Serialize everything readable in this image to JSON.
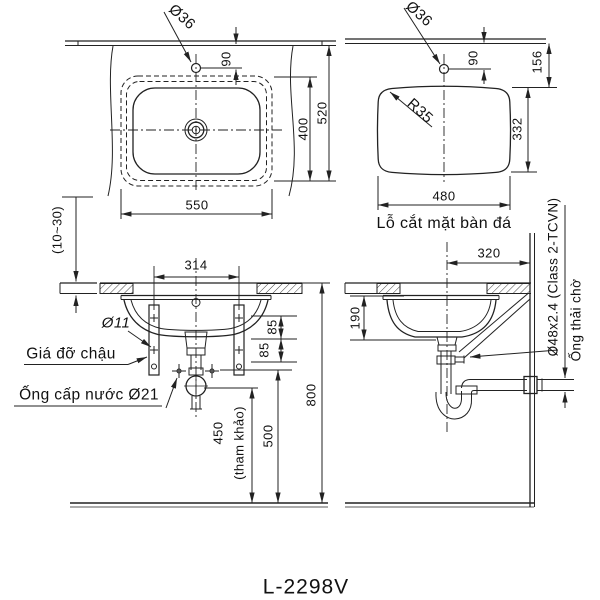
{
  "model": "L-2298V",
  "colors": {
    "line": "#222222",
    "text": "#111111",
    "background": "#ffffff"
  },
  "views": {
    "plan": {
      "hole_dia": "Ø36",
      "hole_offset": "90",
      "basin_depth": "400",
      "overall_depth": "520",
      "basin_width": "550"
    },
    "cutout": {
      "hole_dia": "Ø36",
      "hole_offset": "90",
      "edge_to_cut": "156",
      "cut_height": "332",
      "corner_radius": "R35",
      "cut_width": "480",
      "caption": "Lỗ cắt mặt bàn đá"
    },
    "front": {
      "counter_thickness": "(10~30)",
      "anchor_spacing": "314",
      "bracket_hole_dia": "Ø11",
      "bracket_label": "Giá đỡ chậu",
      "supply_label": "Ống cấp nước Ø21",
      "offset_1": "85",
      "offset_2": "85",
      "supply_height": "450",
      "supply_height_note": "(tham khảo)",
      "drain_height": "500",
      "counter_height": "800"
    },
    "side": {
      "center_to_wall": "320",
      "bowl_depth": "190",
      "waste_pipe_spec": "Ø48x2.4 (Class 2-TCVN)",
      "waste_pipe_label": "Ống thải chờ"
    }
  }
}
